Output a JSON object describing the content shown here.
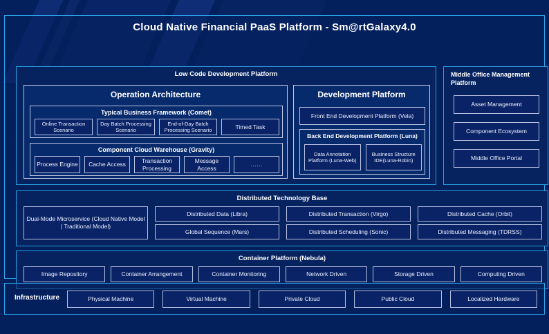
{
  "colors": {
    "background": "#04205c",
    "frame_border": "#2aa3e8",
    "panel_border": "#2a9ee0",
    "box_border": "#b9c2e3",
    "box_fill": "#0a2366",
    "text": "#eaf0ff"
  },
  "header": {
    "title": "Cloud Native Financial PaaS Platform - Sm@rtGalaxy4.0"
  },
  "low_code": {
    "title": "Low Code Development Platform",
    "operation_architecture": {
      "title": "Operation Architecture",
      "typical_business_framework": {
        "title": "Typical Business Framework (Comet)",
        "items": [
          "Online Transaction Scenario",
          "Day Batch Processing Scenario",
          "End-of-Day Batch Processing Scenario",
          "Timed Task"
        ]
      },
      "component_cloud_warehouse": {
        "title": "Component Cloud Warehouse (Gravity)",
        "items": [
          "Process Engine",
          "Cache Access",
          "Transaction Processing",
          "Message Access",
          "……"
        ]
      }
    },
    "development_platform": {
      "title": "Development Platform",
      "front_end": "Front End Development Platform (Vela)",
      "back_end": {
        "title": "Back End Development Platform (Luna)",
        "items": [
          "Data Annotation Platform (Luna-Web)",
          "Business Structure IDE(Luna-Robin)"
        ]
      }
    }
  },
  "middle_office": {
    "title": "Middle Office Management Platform",
    "items": [
      "Asset Management",
      "Component Ecosystem",
      "Middle Office Portal"
    ]
  },
  "distributed_technology_base": {
    "title": "Distributed Technology Base",
    "feature": "Dual-Mode Microservice (Cloud Native Model | Traditional Model)",
    "grid": [
      [
        "Distributed Data (Libra)",
        "Distributed Transaction (Virgo)",
        "Distributed Cache (Orbit)"
      ],
      [
        "Global Sequence (Mars)",
        "Distributed Scheduling (Sonic)",
        "Distributed Messaging (TDRSS)"
      ]
    ]
  },
  "container_platform": {
    "title": "Container Platform (Nebula)",
    "items": [
      "Image Repository",
      "Container Arrangement",
      "Container Monitoring",
      "Network Driven",
      "Storage Driven",
      "Computing Driven"
    ]
  },
  "infrastructure": {
    "label": "Infrastructure",
    "items": [
      "Physical Machine",
      "Virtual Machine",
      "Private Cloud",
      "Public Cloud",
      "Localized Hardware"
    ]
  }
}
